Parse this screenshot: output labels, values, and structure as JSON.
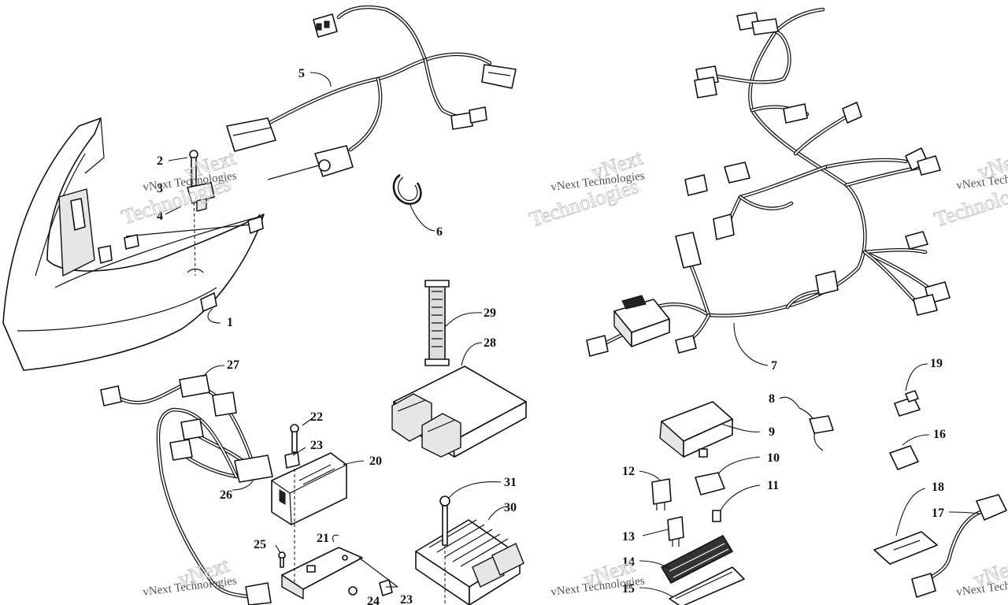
{
  "diagram": {
    "callouts": [
      "1",
      "2",
      "3",
      "4",
      "5",
      "6",
      "7",
      "8",
      "9",
      "10",
      "11",
      "12",
      "13",
      "14",
      "15",
      "16",
      "17",
      "18",
      "19",
      "20",
      "21",
      "22",
      "23",
      "23",
      "24",
      "25",
      "26",
      "27",
      "28",
      "29",
      "30",
      "31"
    ]
  },
  "watermark": {
    "company": "vNext Technologies",
    "word1": "vNext",
    "word2": "Technologies"
  }
}
